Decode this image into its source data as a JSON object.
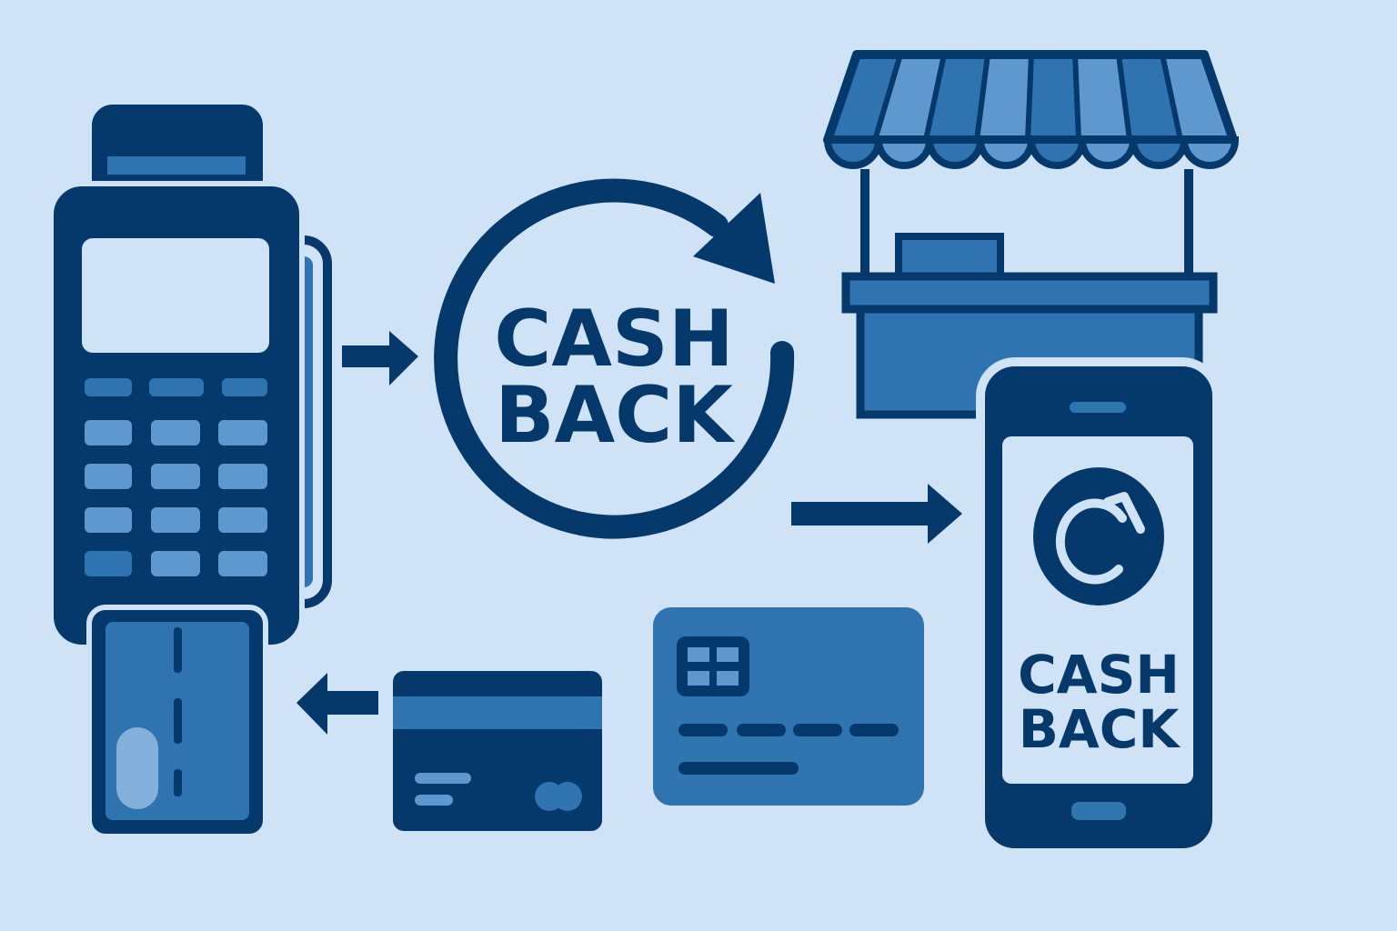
{
  "cycle_label": {
    "line1": "CASH",
    "line2": "BACK"
  },
  "phone_label": {
    "line1": "CASH",
    "line2": "BACK"
  },
  "colors": {
    "background": "#cfe2f6",
    "navy": "#05386b",
    "medium_blue": "#2f73b1",
    "light_blue": "#5f98cf",
    "pale_blue": "#cfe2f6"
  },
  "icons": [
    "payment-terminal-icon",
    "cashback-cycle-icon",
    "market-stall-icon",
    "smartphone-icon",
    "credit-card-icon",
    "bank-card-icon",
    "arrow-right-icon",
    "arrow-left-icon",
    "cashback-coin-icon"
  ]
}
